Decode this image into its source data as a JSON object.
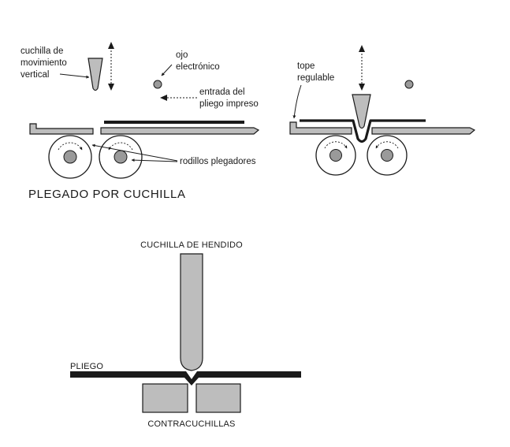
{
  "title": "PLEGADO POR CUCHILLA",
  "left_diagram": {
    "label_blade": [
      "cuchilla de",
      "movimiento",
      "vertical"
    ],
    "label_eye": [
      "ojo",
      "electrónico"
    ],
    "label_entry": [
      "entrada del",
      "pliego impreso"
    ],
    "label_rollers": "rodillos plegadores"
  },
  "right_diagram": {
    "label_stop": [
      "tope",
      "regulable"
    ]
  },
  "bottom_diagram": {
    "label_knife": "CUCHILLA DE HENDIDO",
    "label_sheet": "PLIEGO",
    "label_counter": "CONTRACUCHILLAS"
  },
  "colors": {
    "ink": "#1a1a1a",
    "grey_fill": "#bdbdbd",
    "mid_grey": "#9a9a9a"
  }
}
